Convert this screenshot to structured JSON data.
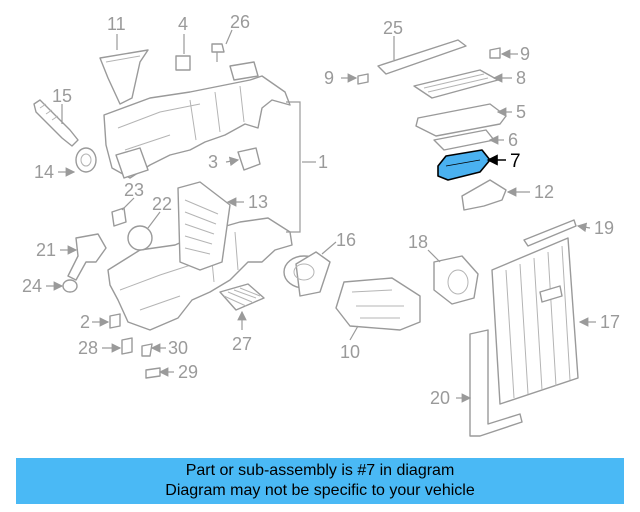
{
  "diagram": {
    "callouts": [
      "11",
      "4",
      "26",
      "25",
      "9",
      "15",
      "9",
      "8",
      "5",
      "6",
      "7",
      "1",
      "3",
      "14",
      "12",
      "23",
      "13",
      "22",
      "16",
      "19",
      "21",
      "18",
      "24",
      "17",
      "2",
      "28",
      "30",
      "10",
      "27",
      "29",
      "20"
    ],
    "highlighted_part": "7",
    "colors": {
      "line": "#9a9a9a",
      "highlight_fill": "#4ab1f0",
      "highlight_stroke": "#000000",
      "banner": "#4ab9f5"
    }
  },
  "banner": {
    "line1": "Part or sub-assembly is #7 in diagram",
    "line2": "Diagram may not be specific to your vehicle"
  }
}
